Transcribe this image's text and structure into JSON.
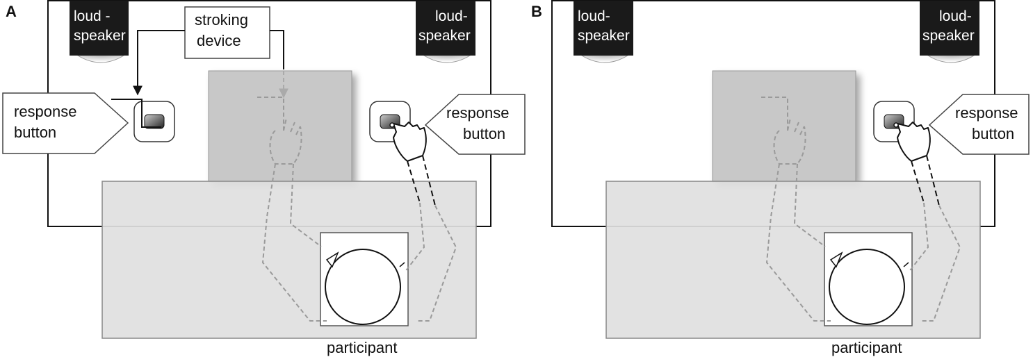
{
  "panels": [
    {
      "letter": "A",
      "loudspeaker_left": {
        "line1": "loud -",
        "line2": "speaker"
      },
      "loudspeaker_right": {
        "line1": "loud-",
        "line2": "speaker"
      },
      "stroking_device": {
        "line1": "stroking",
        "line2": "device"
      },
      "response_left": {
        "line1": "response",
        "line2": "button"
      },
      "response_right": {
        "line1": "response",
        "line2": "button"
      },
      "participant": "participant"
    },
    {
      "letter": "B",
      "loudspeaker_left": {
        "line1": "loud-",
        "line2": "speaker"
      },
      "loudspeaker_right": {
        "line1": "loud-",
        "line2": "speaker"
      },
      "response_right": {
        "line1": "response",
        "line2": "button"
      },
      "participant": "participant"
    }
  ],
  "colors": {
    "room_outline": "#111111",
    "loudspeaker": "#1a1a1a",
    "stroke_table": "#c8c8c8",
    "participant_table": "#e0e0e0",
    "dashed_line": "#888888",
    "background": "#ffffff"
  }
}
